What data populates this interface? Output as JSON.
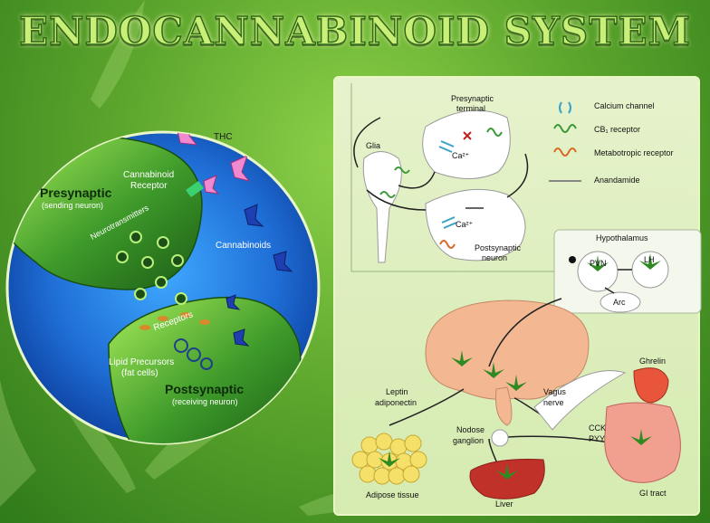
{
  "title": "ENDOCANNABINOID SYSTEM",
  "left_panel": {
    "thc": "THC",
    "cannabinoid_receptor_line1": "Cannabinoid",
    "cannabinoid_receptor_line2": "Receptor",
    "presynaptic": "Presynaptic",
    "presynaptic_sub": "(sending neuron)",
    "neurotransmitters": "Neurotransmitters",
    "cannabinoids": "Cannabinoids",
    "receptors": "Receptors",
    "lipid_line1": "Lipid Precursors",
    "lipid_line2": "(fat cells)",
    "postsynaptic": "Postsynaptic",
    "postsynaptic_sub": "(receiving neuron)"
  },
  "right_panel": {
    "presynaptic_terminal_line1": "Presynaptic",
    "presynaptic_terminal_line2": "terminal",
    "glia": "Glia",
    "ca_top": "Ca²⁺",
    "ca_bottom": "Ca²⁺",
    "postsynaptic_neuron_line1": "Postsynaptic",
    "postsynaptic_neuron_line2": "neuron",
    "legend": {
      "calcium_channel": "Calcium channel",
      "cb1_receptor": "CB₁ receptor",
      "metabotropic_receptor": "Metabotropic receptor",
      "anandamide": "Anandamide"
    },
    "hypothalamus": "Hypothalamus",
    "pvn": "PVN",
    "lh": "LH",
    "arc": "Arc",
    "leptin_line1": "Leptin",
    "leptin_line2": "adiponectin",
    "vagus_line1": "Vagus",
    "vagus_line2": "nerve",
    "ghrelin": "Ghrelin",
    "cck": "CCK",
    "pyy": "PYY",
    "nodose_line1": "Nodose",
    "nodose_line2": "ganglion",
    "adipose": "Adipose tissue",
    "liver": "Liver",
    "gi_tract": "GI tract"
  },
  "colors": {
    "calcium_channel": "#3aa0c8",
    "cb1_receptor": "#3a9a3a",
    "metabotropic_receptor": "#d86a2a",
    "leaf": "#2f8a22"
  }
}
